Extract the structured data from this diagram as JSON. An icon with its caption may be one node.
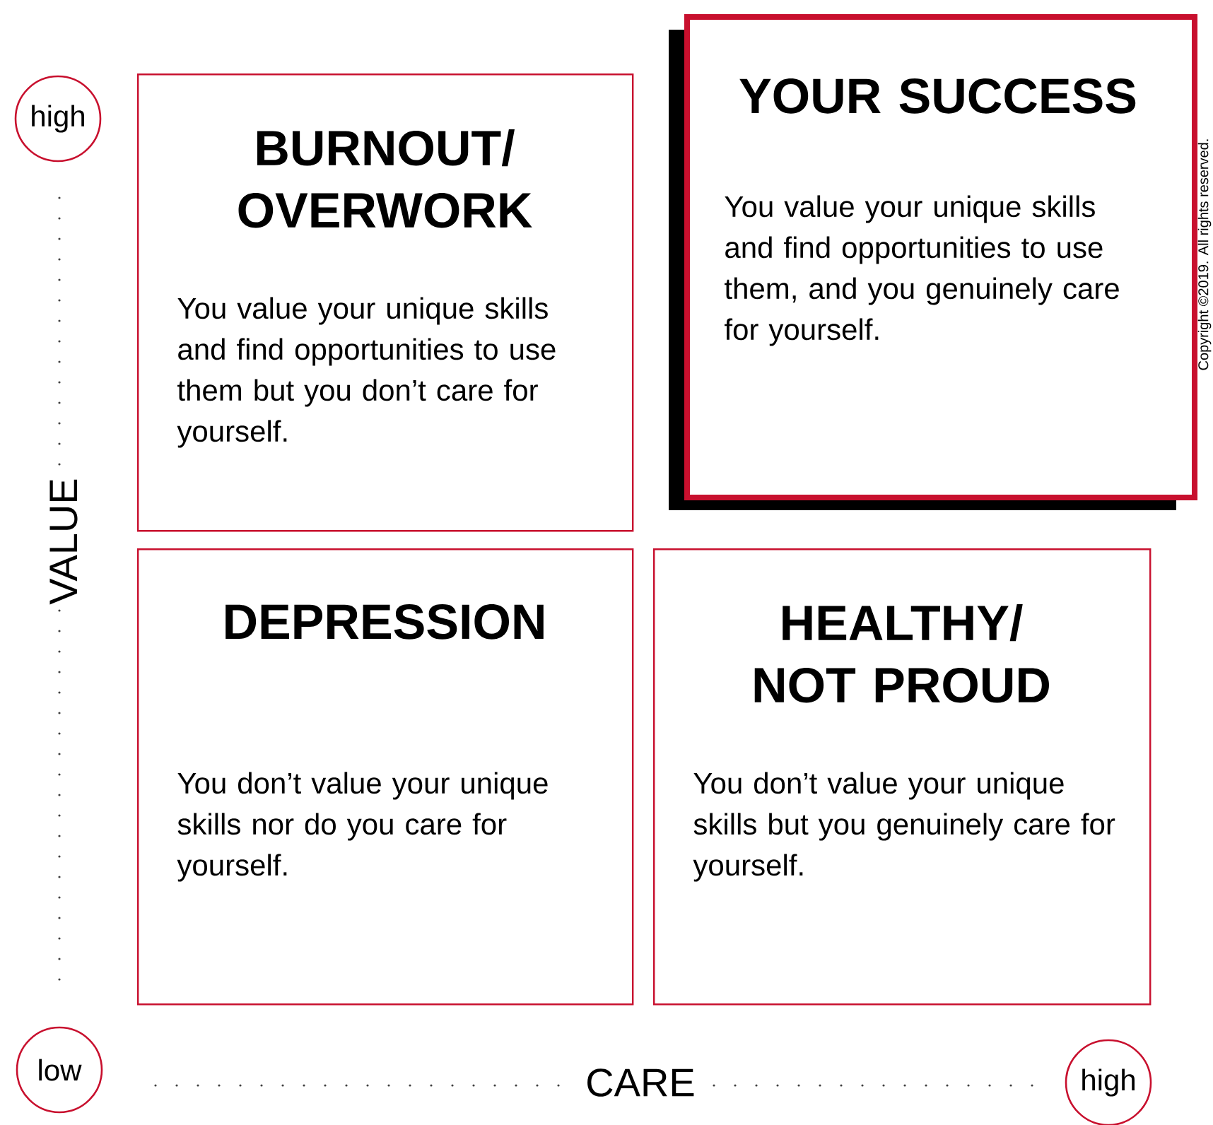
{
  "diagram": {
    "nodes": [
      {
        "text": [
          "high"
        ]
      },
      {
        "text": [
          "BURNOUT/ OVERWORK",
          "You value your unique skills and find opportunities to use them but you don’t care for yourself."
        ]
      },
      {
        "text": [
          "YOUR SUCCESS",
          "You value your unique skills and find opportunities to use them, and you genuinely care for yourself."
        ]
      },
      {
        "text": [
          "DEPRESSION",
          "You don’t value your unique skills nor do you care for yourself."
        ]
      },
      {
        "text": [
          "HEALTHY/ NOT PROUD",
          "You don’t value your unique skills but you genuinely care for yourself."
        ]
      },
      {
        "text": [
          "low"
        ]
      },
      {
        "text": [
          "high"
        ]
      }
    ],
    "edges": [],
    "labels": [
      "VALUE",
      "CARE",
      "Copyright ©2019. All rights reserved."
    ]
  }
}
